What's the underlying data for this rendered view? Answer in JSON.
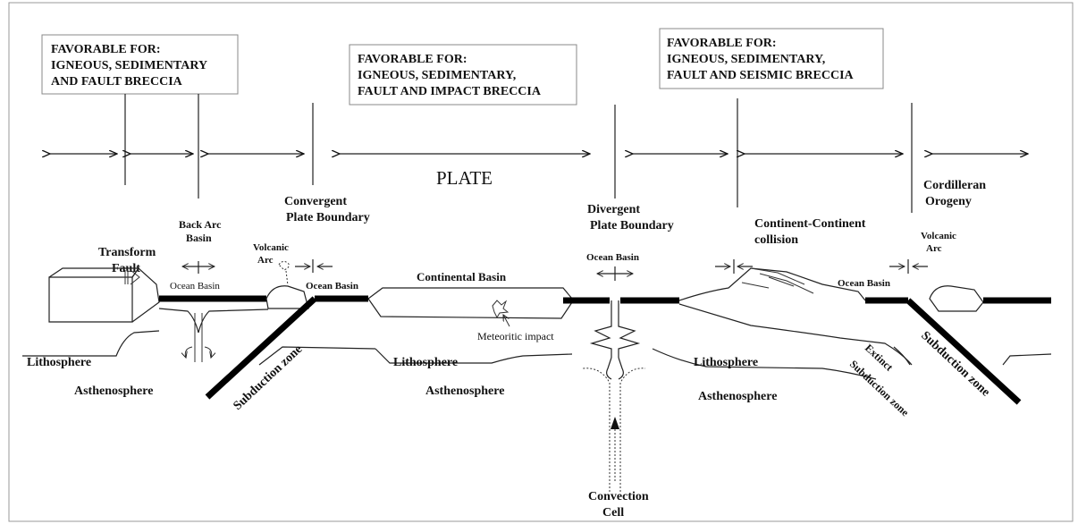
{
  "favorable_boxes": [
    {
      "line1": "FAVORABLE FOR:",
      "line2": "IGNEOUS, SEDIMENTARY",
      "line3": "AND FAULT BRECCIA"
    },
    {
      "line1": "FAVORABLE FOR:",
      "line2": "IGNEOUS, SEDIMENTARY,",
      "line3": "FAULT AND IMPACT BRECCIA"
    },
    {
      "line1": "FAVORABLE FOR:",
      "line2": "IGNEOUS, SEDIMENTARY,",
      "line3": "FAULT AND SEISMIC BRECCIA"
    }
  ],
  "labels": {
    "plate": "PLATE",
    "convergent_1": "Convergent",
    "convergent_2": "Plate Boundary",
    "divergent_1": "Divergent",
    "divergent_2": "Plate Boundary",
    "cordilleran_1": "Cordilleran",
    "cordilleran_2": "Orogeny",
    "back_arc_1": "Back Arc",
    "back_arc_2": "Basin",
    "transform_1": "Transform",
    "transform_2": "Fault",
    "volcanic_arc_left_1": "Volcanic",
    "volcanic_arc_left_2": "Arc",
    "volcanic_arc_right_1": "Volcanic",
    "volcanic_arc_right_2": "Arc",
    "continent_collision_1": "Continent-Continent",
    "continent_collision_2": "collision",
    "ocean_basin_1": "Ocean Basin",
    "ocean_basin_2": "Ocean Basin",
    "ocean_basin_3": "Ocean Basin",
    "ocean_basin_4": "Ocean Basin",
    "continental_basin": "Continental Basin",
    "meteoritic_impact": "Meteoritic impact",
    "lithosphere_1": "Lithosphere",
    "lithosphere_2": "Lithosphere",
    "lithosphere_3": "Lithosphere",
    "asthenosphere_1": "Asthenosphere",
    "asthenosphere_2": "Asthenosphere",
    "asthenosphere_3": "Asthenosphere",
    "subduction_left": "Subduction zone",
    "subduction_right": "Subduction zone",
    "extinct_1": "Extinct",
    "extinct_2": "Subduction zone",
    "convection_1": "Convection",
    "convection_2": "Cell"
  }
}
